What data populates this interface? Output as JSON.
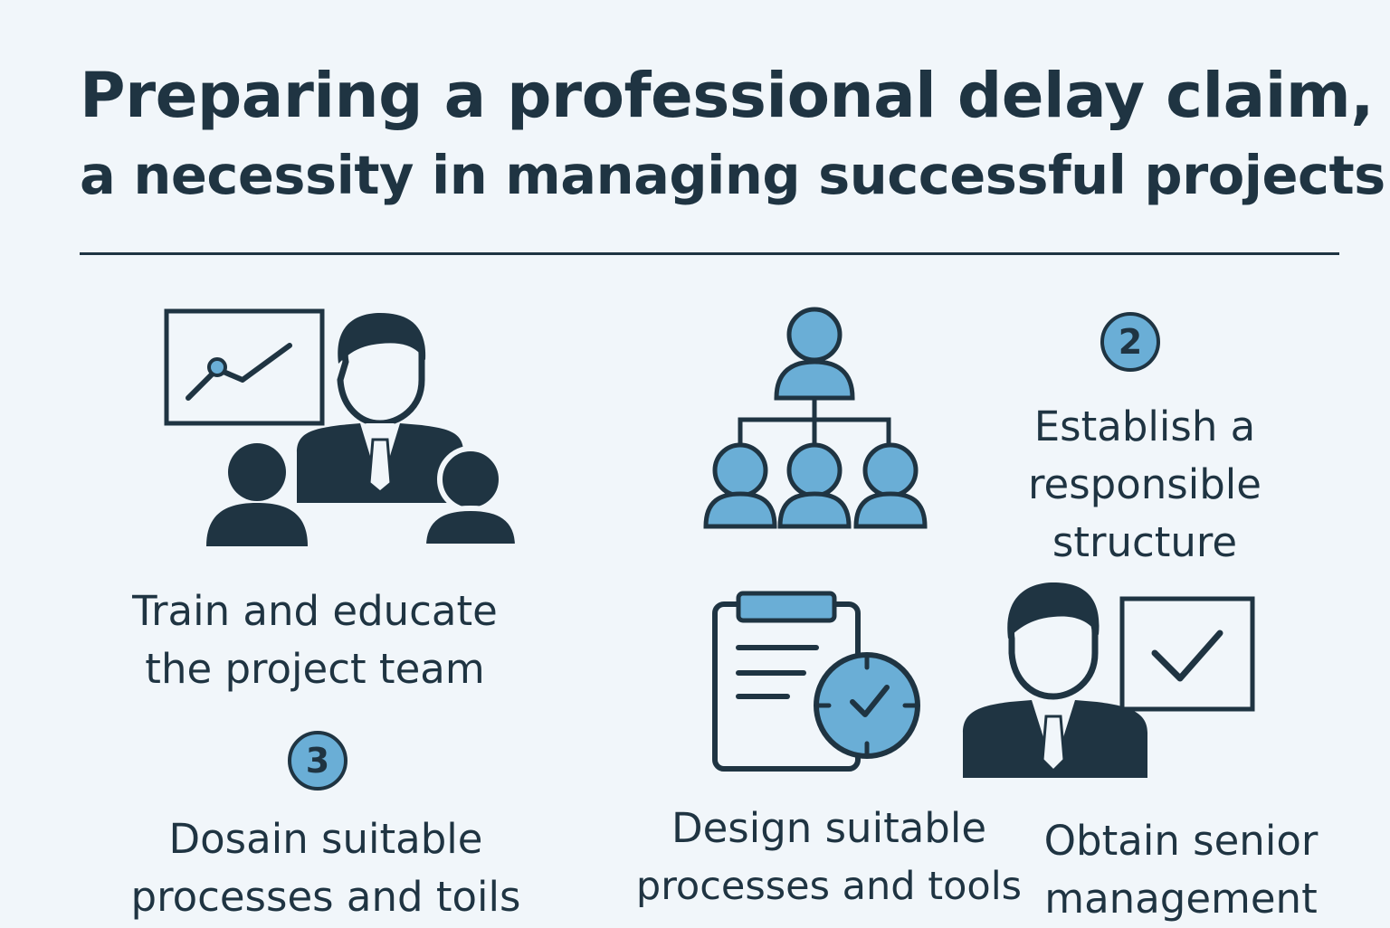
{
  "title": {
    "line1": "Preparing a professional delay claim,",
    "line2": "a necessity in managing successful projects"
  },
  "items": {
    "train": {
      "line1": "Train and educate",
      "line2": "the project team"
    },
    "structure": {
      "badge": "2",
      "line1": "Establish a",
      "line2": "responsible",
      "line3": "structure"
    },
    "left_processes": {
      "badge": "3",
      "line1": "Dosain suitable",
      "line2": "processes and toils"
    },
    "design": {
      "line1": "Design suitable",
      "line2": "processes and tools"
    },
    "senior": {
      "line1": "Obtain senior",
      "line2": "management"
    }
  },
  "colors": {
    "dark": "#1f3442",
    "accent": "#6aaed6",
    "background": "#f1f6fa"
  },
  "icons": [
    "presentation-trainer-icon",
    "org-chart-icon",
    "clipboard-clock-icon",
    "manager-checkmark-icon"
  ]
}
